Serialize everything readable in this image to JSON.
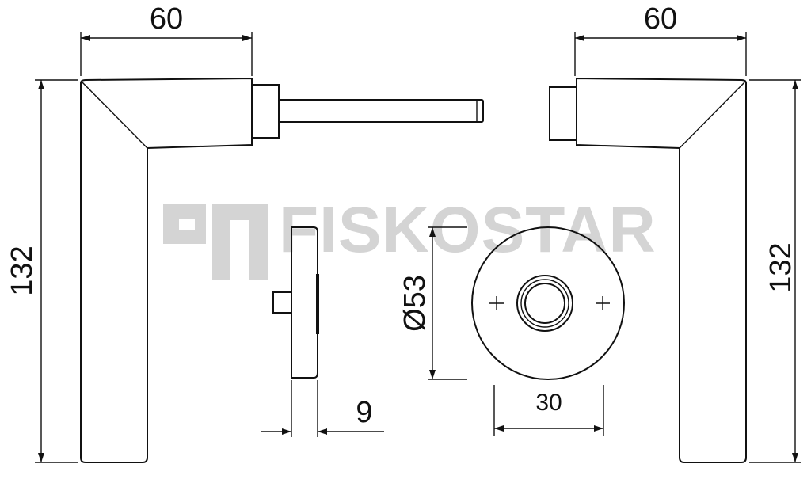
{
  "watermark": {
    "text": "FISKOSTAR"
  },
  "dimensions": {
    "left_handle_width": "60",
    "right_handle_width": "60",
    "left_handle_height": "132",
    "right_handle_height": "132",
    "rosette_diameter": "Ø53",
    "rosette_thickness": "9",
    "hole_spacing": "30"
  },
  "colors": {
    "line": "#111111",
    "watermark": "#d4d4d4"
  }
}
